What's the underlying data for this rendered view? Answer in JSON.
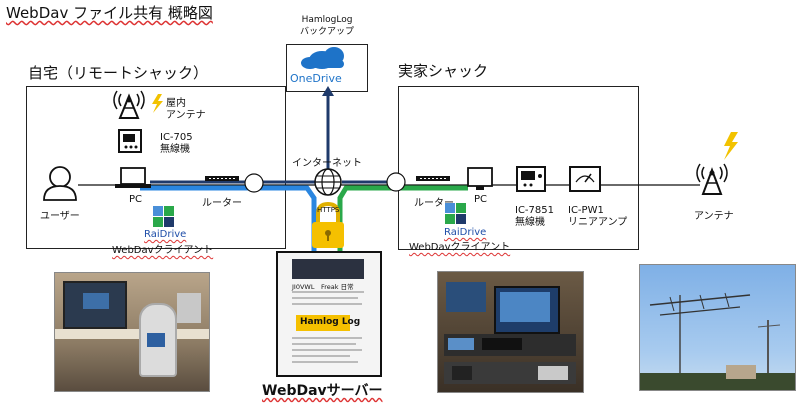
{
  "title": "WebDav ファイル共有 概略図",
  "home": {
    "heading": "自宅（リモートシャック）",
    "antenna": "屋内\nアンテナ",
    "radio": "IC-705\n無線機",
    "user": "ユーザー",
    "pc": "PC",
    "router": "ルーター",
    "client_brand": "RaiDrive",
    "client_label": "WebDavクライアント"
  },
  "cloud": {
    "caption": "HamlogLog\nバックアップ",
    "service": "OneDrive"
  },
  "internet": "インターネット",
  "https": "HTTPS",
  "remote": {
    "heading": "実家シャック",
    "router": "ルーター",
    "pc": "PC",
    "client_brand": "RaiDrive",
    "client_label": "WebDavクライアント",
    "radio": "IC-7851\n無線機",
    "amp": "IC-PW1\nリニアアンプ"
  },
  "antenna_right": "アンテナ",
  "server": {
    "label": "WebDavサーバー",
    "blog_title": "JI0VWL　Freak 日常",
    "blog_logo": "Hamlog Log"
  },
  "colors": {
    "blue": "#2a86e0",
    "green": "#2aa84a",
    "navy": "#1f3a6b",
    "onedrive": "#1e73c8"
  }
}
